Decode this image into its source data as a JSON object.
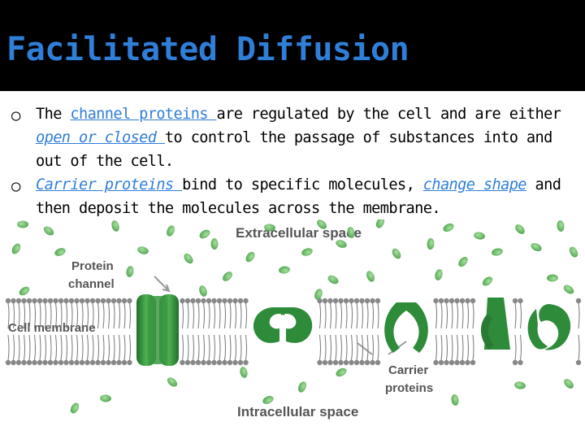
{
  "slide": {
    "title": "Facilitated Diffusion",
    "bullets": [
      {
        "t1": "The ",
        "link1": "channel proteins ",
        "t2": "are regulated by the cell and are either ",
        "link2": "open or closed ",
        "t3": "to control the passage of substances into and out of the cell."
      },
      {
        "link1": "Carrier proteins ",
        "t1": "bind to specific molecules, ",
        "link2": "change shape",
        "t2": " and then deposit the molecules across the membrane."
      }
    ]
  },
  "diagram": {
    "labels": {
      "extracellular": "Extracellular space",
      "protein_channel_1": "Protein",
      "protein_channel_2": "channel",
      "cell_membrane": "Cell membrane",
      "carrier_1": "Carrier",
      "carrier_2": "proteins",
      "intracellular": "Intracellular space"
    }
  },
  "colors": {
    "title": "#2f7ed8",
    "link": "#2f7ed8",
    "protein_green": "#2e8b3a",
    "molecule_green": "#6ec26e"
  }
}
